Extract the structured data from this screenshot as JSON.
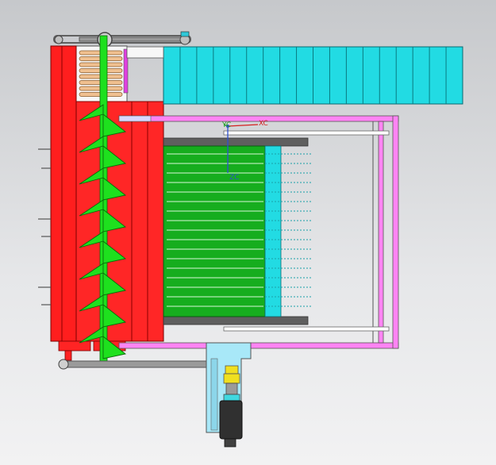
{
  "viewport": {
    "background_top": "#c6c8cb",
    "background_bottom": "#f2f2f3"
  },
  "triad": {
    "label_x": "XC",
    "label_y": "YC",
    "label_z": "ZC",
    "color_x": "#d42020",
    "color_y": "#20a020",
    "color_z": "#3050d0"
  },
  "components": {
    "auger_color": "#1ee01e",
    "frame_color": "#ff2020",
    "conveyor_color": "#20d8e0",
    "rail_color": "#ff7ef5",
    "tray_color": "#18b020",
    "motor_mount_color": "#a8e8f8",
    "coupling_color": "#f0e020",
    "motor_color": "#303030",
    "spring_color": "#f0c090",
    "belt_color": "#707070"
  },
  "counts": {
    "conveyor_segments": 18,
    "tray_lines": 17,
    "spring_coils": 8,
    "auger_flights": 8
  }
}
